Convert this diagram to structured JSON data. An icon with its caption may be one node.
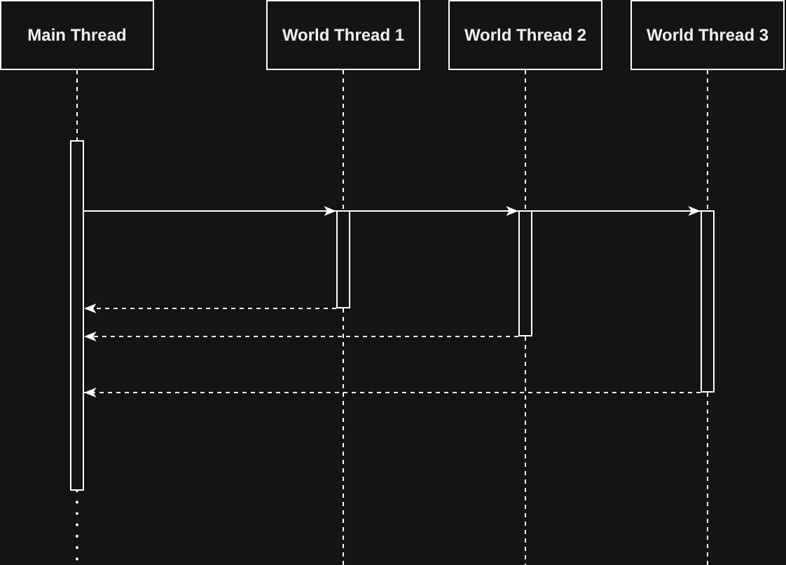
{
  "diagram": {
    "nodes": [
      {
        "text": [
          "Main Thread"
        ]
      },
      {
        "text": [
          "World Thread 1"
        ]
      },
      {
        "text": [
          "World Thread 2"
        ]
      },
      {
        "text": [
          "World Thread 3"
        ]
      },
      {
        "text": [],
        "shape": "bar"
      },
      {
        "text": [],
        "shape": "bar"
      },
      {
        "text": [],
        "shape": "bar"
      },
      {
        "text": [],
        "shape": "bar"
      }
    ],
    "edges": [
      {
        "from": 0,
        "to": 4,
        "arrow": "none",
        "style": "dashed"
      },
      {
        "from": 1,
        "to": 5,
        "arrow": "none",
        "style": "dashed"
      },
      {
        "from": 2,
        "to": 6,
        "arrow": "none",
        "style": "dashed"
      },
      {
        "from": 3,
        "to": 7,
        "arrow": "none",
        "style": "dashed"
      },
      {
        "from": 4,
        "to": 5,
        "arrow": "to"
      },
      {
        "from": 5,
        "to": 6,
        "arrow": "to"
      },
      {
        "from": 6,
        "to": 7,
        "arrow": "to"
      },
      {
        "from": 5,
        "to": 4,
        "arrow": "to",
        "style": "dashed"
      },
      {
        "from": 6,
        "to": 4,
        "arrow": "to",
        "style": "dashed"
      },
      {
        "from": 7,
        "to": 4,
        "arrow": "to",
        "style": "dashed"
      },
      {
        "from": 4,
        "to": null,
        "arrow": "none",
        "style": "dashed"
      },
      {
        "from": 5,
        "to": null,
        "arrow": "none",
        "style": "dashed"
      },
      {
        "from": 6,
        "to": null,
        "arrow": "none",
        "style": "dashed"
      },
      {
        "from": 7,
        "to": null,
        "arrow": "none",
        "style": "dashed"
      }
    ]
  }
}
